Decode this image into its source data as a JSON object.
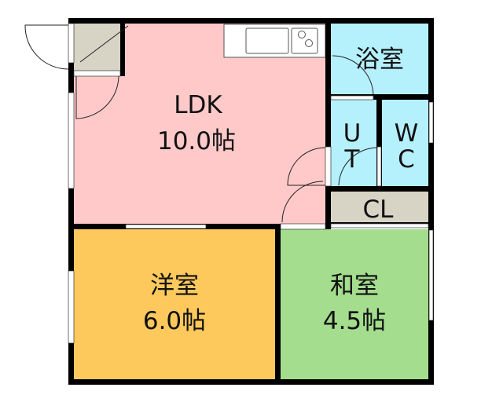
{
  "floorplan": {
    "rooms": {
      "ldk": {
        "name": "LDK",
        "size": "10.0帖"
      },
      "bath": {
        "name": "浴室"
      },
      "ut": {
        "line1": "U",
        "line2": "T"
      },
      "wc": {
        "line1": "W",
        "line2": "C"
      },
      "closet": {
        "name": "CL"
      },
      "western": {
        "name": "洋室",
        "size": "6.0帖"
      },
      "japanese": {
        "name": "和室",
        "size": "4.5帖"
      }
    },
    "colors": {
      "ldk": "#ffc9c9",
      "wet": "#b5f0fd",
      "storage": "#d7d4c6",
      "western": "#fec95c",
      "japanese": "#a3dd8d",
      "wall": "#000000"
    }
  }
}
